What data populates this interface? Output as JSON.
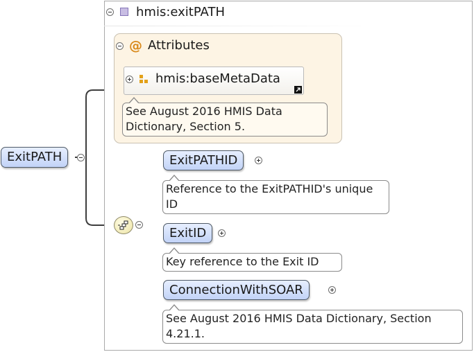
{
  "root": {
    "label": "ExitPATH"
  },
  "complex_type": {
    "label": "hmis:exitPATH",
    "icon": "complex-type-icon"
  },
  "attributes": {
    "heading": "Attributes",
    "items": [
      {
        "label": "hmis:baseMetaData",
        "note": "See August 2016 HMIS Data Dictionary, Section 5."
      }
    ]
  },
  "sequence": {
    "children": [
      {
        "label": "ExitPATHID",
        "note": "Reference to the ExitPATHID's unique ID"
      },
      {
        "label": "ExitID",
        "note": "Key reference to the Exit ID"
      },
      {
        "label": "ConnectionWithSOAR",
        "note": "See August 2016 HMIS Data Dictionary, Section 4.21.1."
      }
    ]
  },
  "colors": {
    "element_fill": "#c2d3f7",
    "attributes_panel_fill": "#fdf4e4",
    "complex_type_icon": "#c8bde3",
    "attribute_icon": "#e3a11a"
  }
}
